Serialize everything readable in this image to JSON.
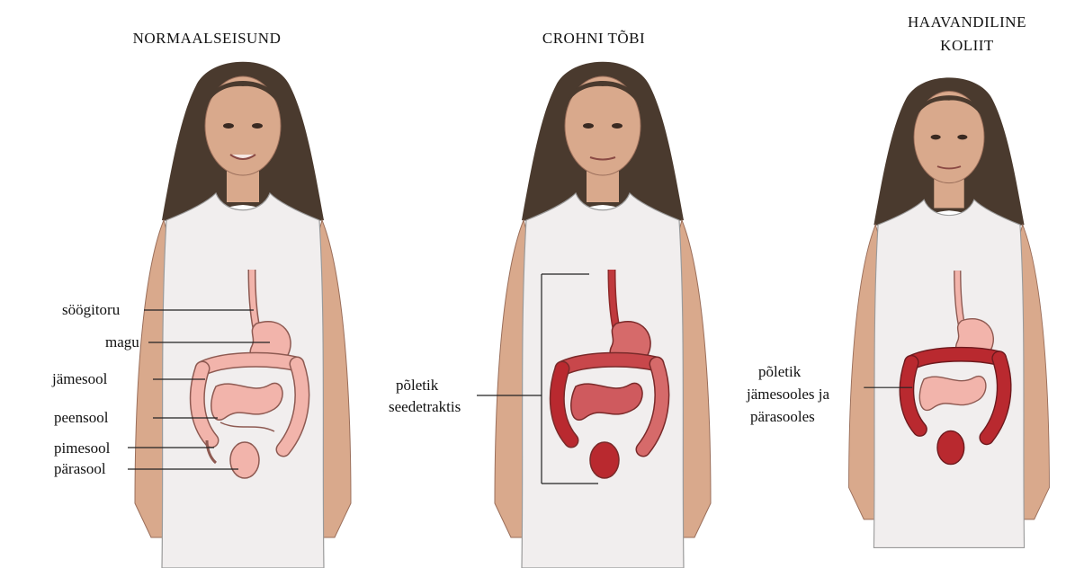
{
  "titles": {
    "normal": "NORMAALSEISUND",
    "crohn": "CROHNI TÕBI",
    "colitis_line1": "HAAVANDILINE",
    "colitis_line2": "KOLIIT"
  },
  "labels_normal": {
    "esophagus": "söögitoru",
    "stomach": "magu",
    "colon": "jämesool",
    "small_intestine": "peensool",
    "appendix": "pimesool",
    "rectum": "pärasool"
  },
  "label_crohn": {
    "line1": "põletik",
    "line2": "seedetraktis"
  },
  "label_colitis": {
    "line1": "põletik",
    "line2": "jämesooles ja",
    "line3": "pärasooles"
  },
  "colors": {
    "skin": "#d9a98c",
    "hair": "#4a3a2e",
    "tank_top": "#f1eeee",
    "organ_normal": "#f2b4ab",
    "organ_normal_outline": "#8e5a52",
    "inflamed": "#b9292f"
  }
}
